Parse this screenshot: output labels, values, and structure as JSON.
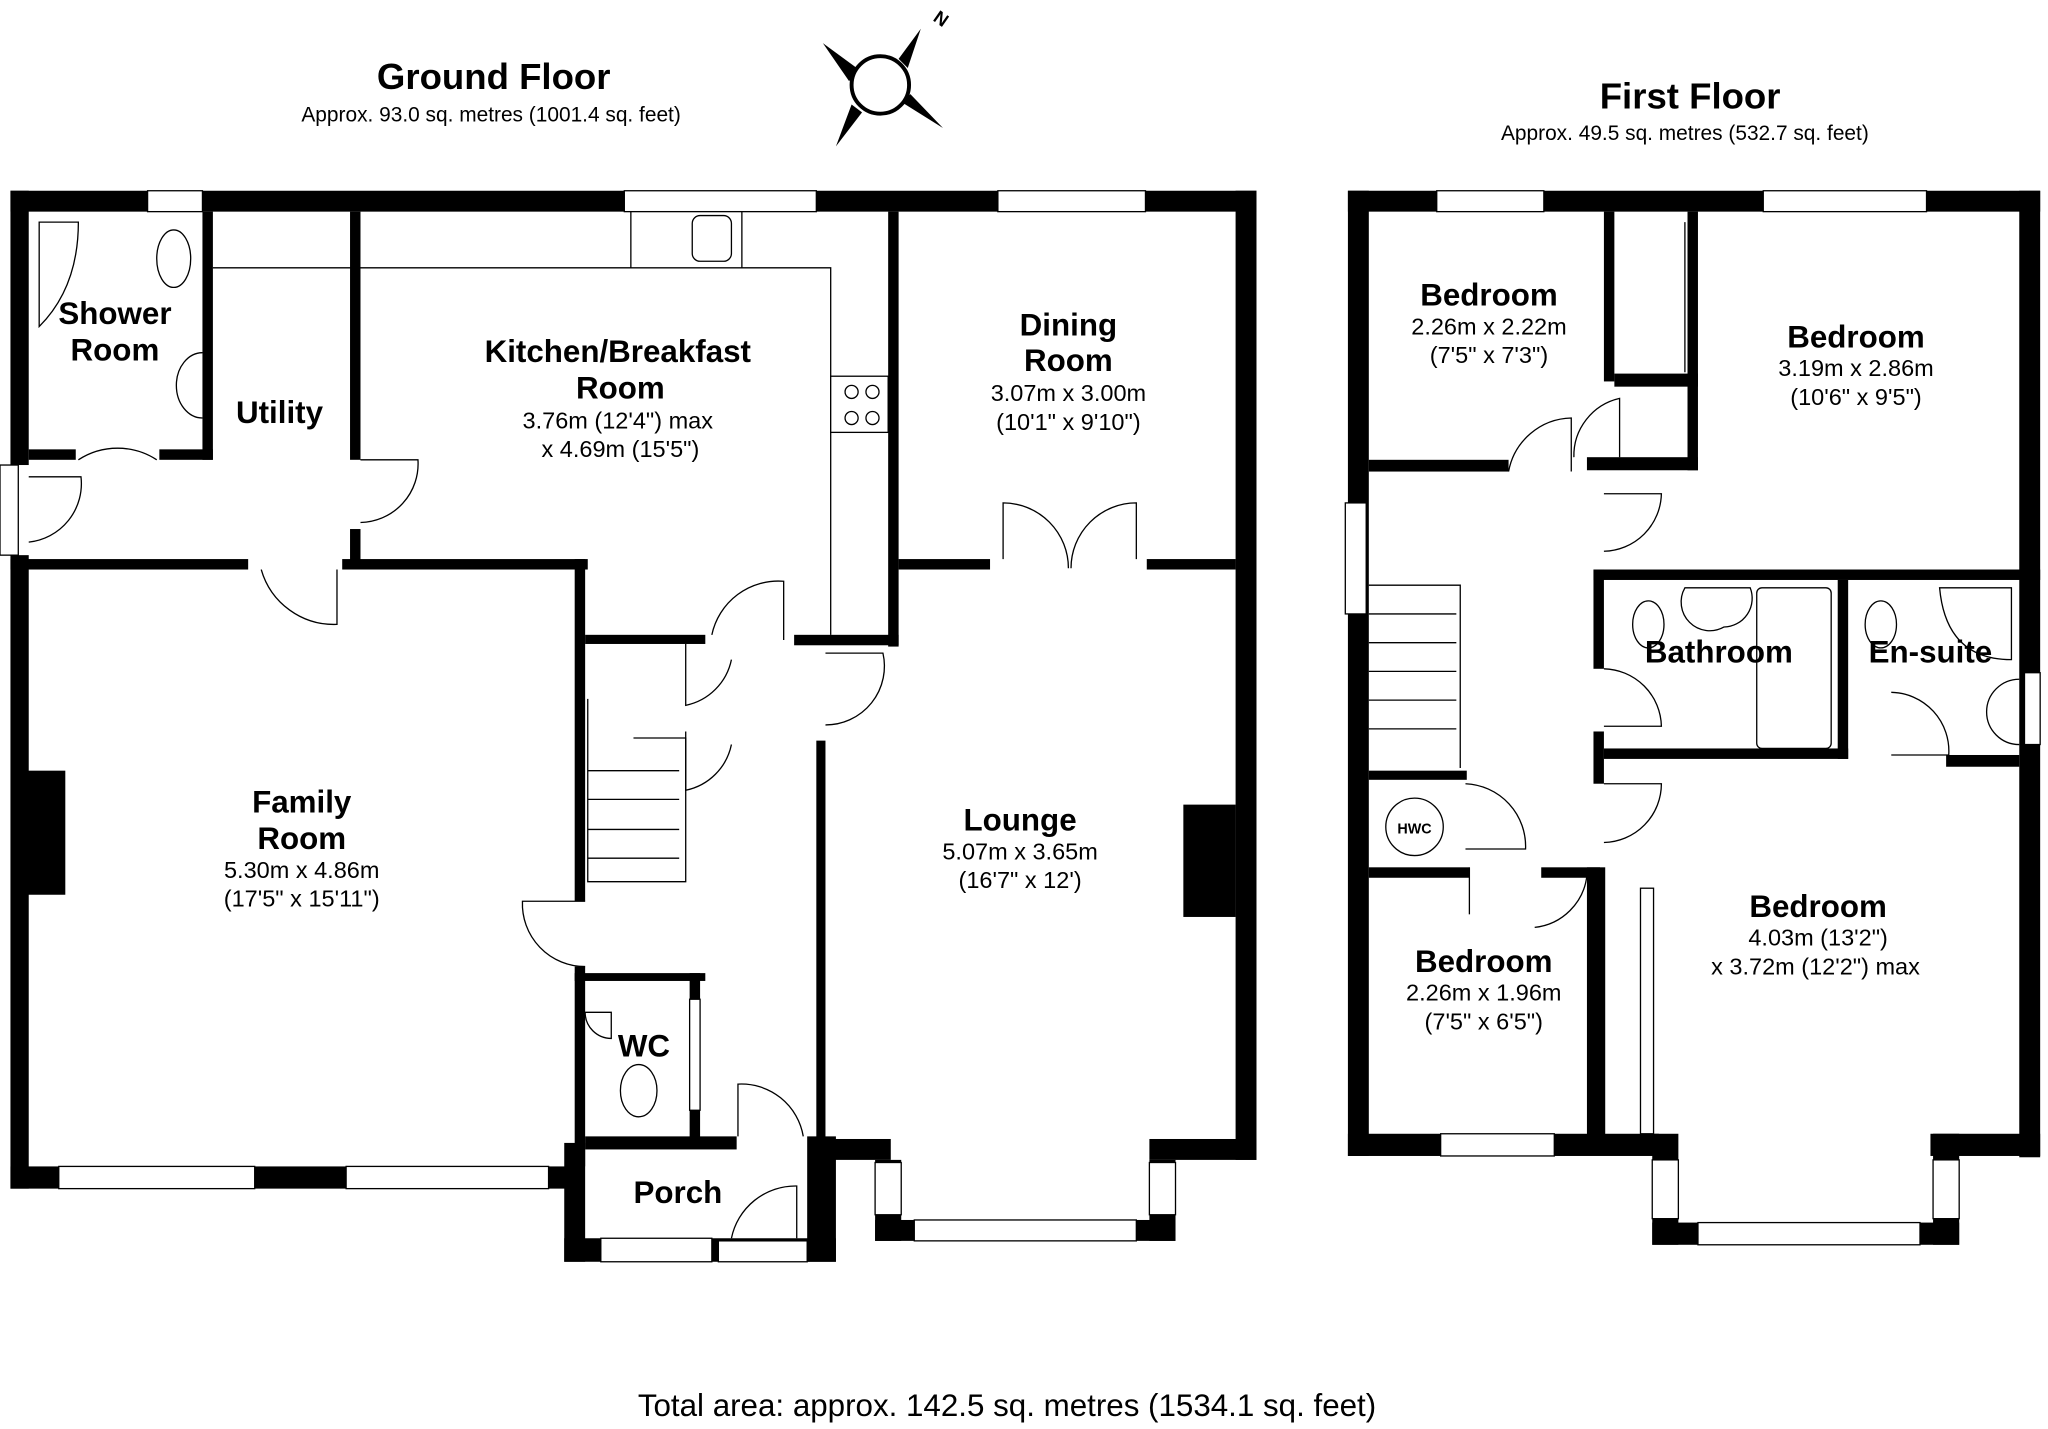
{
  "ground_floor": {
    "title": "Ground Floor",
    "area": "Approx. 93.0 sq. metres (1001.4 sq. feet)",
    "rooms": {
      "shower": {
        "line1": "Shower",
        "line2": "Room"
      },
      "utility": {
        "name": "Utility"
      },
      "kitchen": {
        "line1": "Kitchen/Breakfast",
        "line2": "Room",
        "dim1": "3.76m (12'4\") max",
        "dim2": "x 4.69m (15'5\")"
      },
      "dining": {
        "line1": "Dining",
        "line2": "Room",
        "dim1": "3.07m x 3.00m",
        "dim2": "(10'1\" x 9'10\")"
      },
      "family": {
        "line1": "Family",
        "line2": "Room",
        "dim1": "5.30m x 4.86m",
        "dim2": "(17'5\" x 15'11\")"
      },
      "lounge": {
        "name": "Lounge",
        "dim1": "5.07m x 3.65m",
        "dim2": "(16'7\" x 12')"
      },
      "wc": {
        "name": "WC"
      },
      "porch": {
        "name": "Porch"
      }
    }
  },
  "first_floor": {
    "title": "First Floor",
    "area": "Approx. 49.5 sq. metres (532.7 sq. feet)",
    "rooms": {
      "bedroom_a": {
        "name": "Bedroom",
        "dim1": "2.26m x 2.22m",
        "dim2": "(7'5\" x 7'3\")"
      },
      "bedroom_b": {
        "name": "Bedroom",
        "dim1": "3.19m x 2.86m",
        "dim2": "(10'6\" x 9'5\")"
      },
      "bathroom": {
        "name": "Bathroom"
      },
      "ensuite": {
        "name": "En-suite"
      },
      "hwc": {
        "name": "HWC"
      },
      "bedroom_c": {
        "name": "Bedroom",
        "dim1": "2.26m x 1.96m",
        "dim2": "(7'5\" x 6'5\")"
      },
      "bedroom_d": {
        "name": "Bedroom",
        "dim1": "4.03m (13'2\")",
        "dim2": "x 3.72m (12'2\") max"
      }
    }
  },
  "compass": {
    "label": "N"
  },
  "total_area": "Total area: approx. 142.5 sq. metres (1534.1 sq. feet)"
}
